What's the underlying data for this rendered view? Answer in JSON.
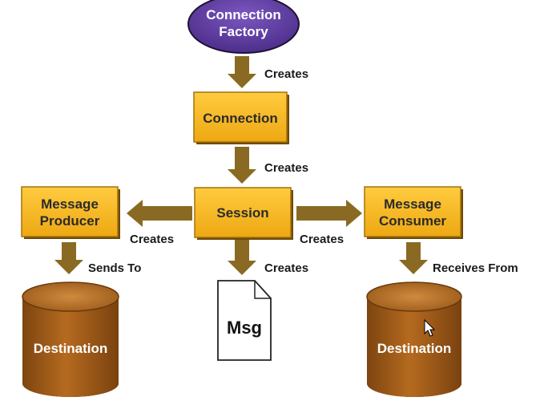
{
  "nodes": {
    "connection_factory": {
      "line1": "Connection",
      "line2": "Factory"
    },
    "connection": {
      "label": "Connection"
    },
    "session": {
      "label": "Session"
    },
    "message_producer": {
      "line1": "Message",
      "line2": "Producer"
    },
    "message_consumer": {
      "line1": "Message",
      "line2": "Consumer"
    },
    "msg": {
      "label": "Msg"
    },
    "destination_left": {
      "label": "Destination"
    },
    "destination_right": {
      "label": "Destination"
    }
  },
  "edges": {
    "factory_to_connection": "Creates",
    "connection_to_session": "Creates",
    "session_to_producer": "Creates",
    "session_to_consumer": "Creates",
    "session_to_msg": "Creates",
    "producer_to_destination": "Sends To",
    "consumer_from_destination": "Receives From"
  },
  "colors": {
    "box_fill": "#f5b21a",
    "box_stroke": "#a4720c",
    "arrow": "#8a6a22",
    "ellipse_fill": "#5b3a9c",
    "cylinder_fill": "#a45f17",
    "cylinder_top": "#c07a2c"
  },
  "icons": {
    "cursor": "mouse-pointer-icon"
  }
}
